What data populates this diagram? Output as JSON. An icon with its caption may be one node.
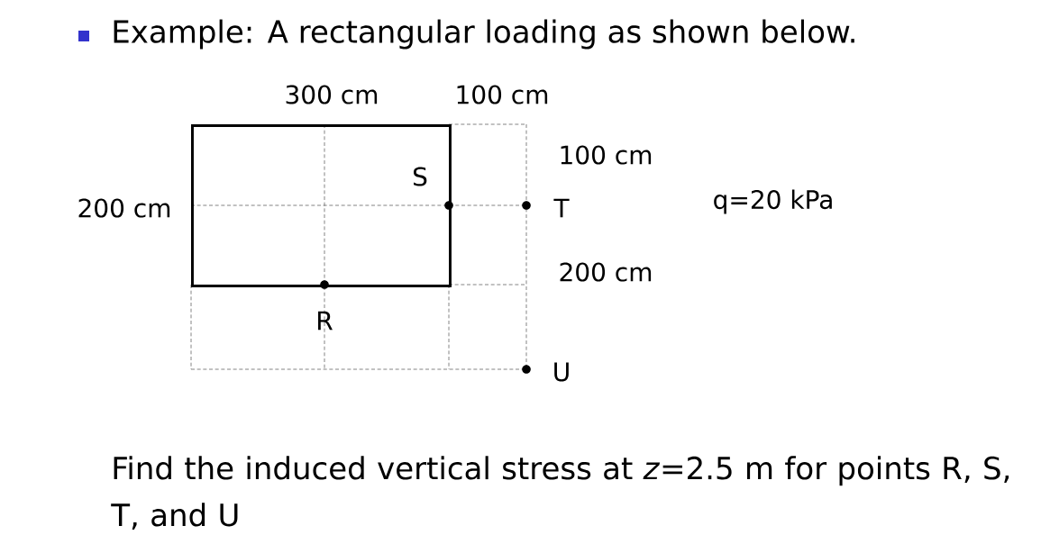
{
  "diagram": {
    "title": "Example: A rectangular loading as shown below.",
    "caption": "Find the induced vertical stress at *z*=2.5 m for points R, S, T, and U",
    "nodes": [
      {
        "text": [],
        "shape": "box"
      }
    ],
    "labels": [
      "300 cm",
      "100 cm",
      "100 cm",
      "S",
      "200 cm",
      "T",
      "q=20 kPa",
      "200 cm",
      "R",
      "U"
    ]
  }
}
